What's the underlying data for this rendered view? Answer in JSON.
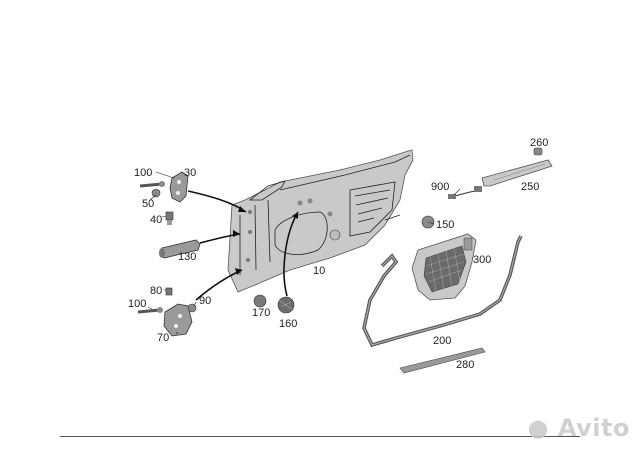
{
  "callouts": {
    "c100a": "100",
    "c30": "30",
    "c50": "50",
    "c40": "40",
    "c130": "130",
    "c10": "10",
    "c80": "80",
    "c100b": "100",
    "c90": "90",
    "c70": "70",
    "c170": "170",
    "c160": "160",
    "c260": "260",
    "c900": "900",
    "c250": "250",
    "c150": "150",
    "c300": "300",
    "c200": "200",
    "c280": "280"
  },
  "watermark": "Avito",
  "icons": {
    "watermark_logo": "avito-logo-icon"
  }
}
